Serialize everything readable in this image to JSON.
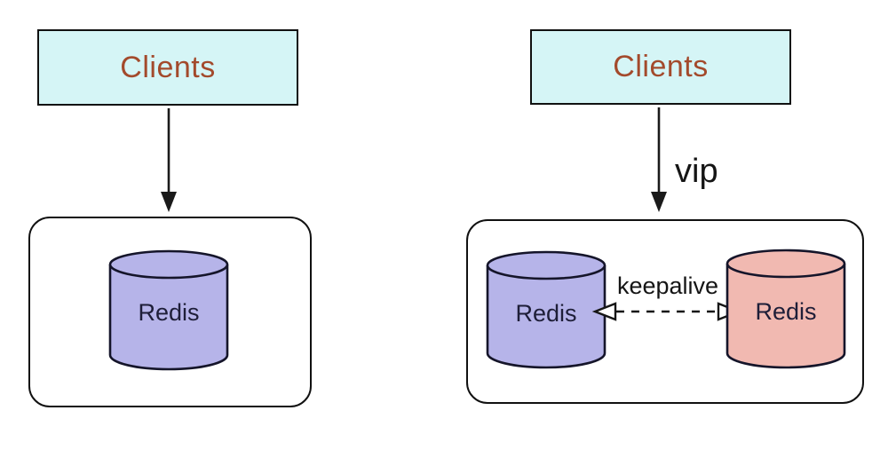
{
  "colors": {
    "clients_fill": "#d5f5f6",
    "clients_text": "#a34a2c",
    "node_purple": "#b6b4e9",
    "node_pink": "#f1b9b1",
    "node_text": "#1e1e38"
  },
  "left_diagram": {
    "clients_label": "Clients",
    "node_label": "Redis"
  },
  "right_diagram": {
    "clients_label": "Clients",
    "arrow_label": "vip",
    "link_label": "keepalive",
    "node_primary_label": "Redis",
    "node_secondary_label": "Redis"
  }
}
